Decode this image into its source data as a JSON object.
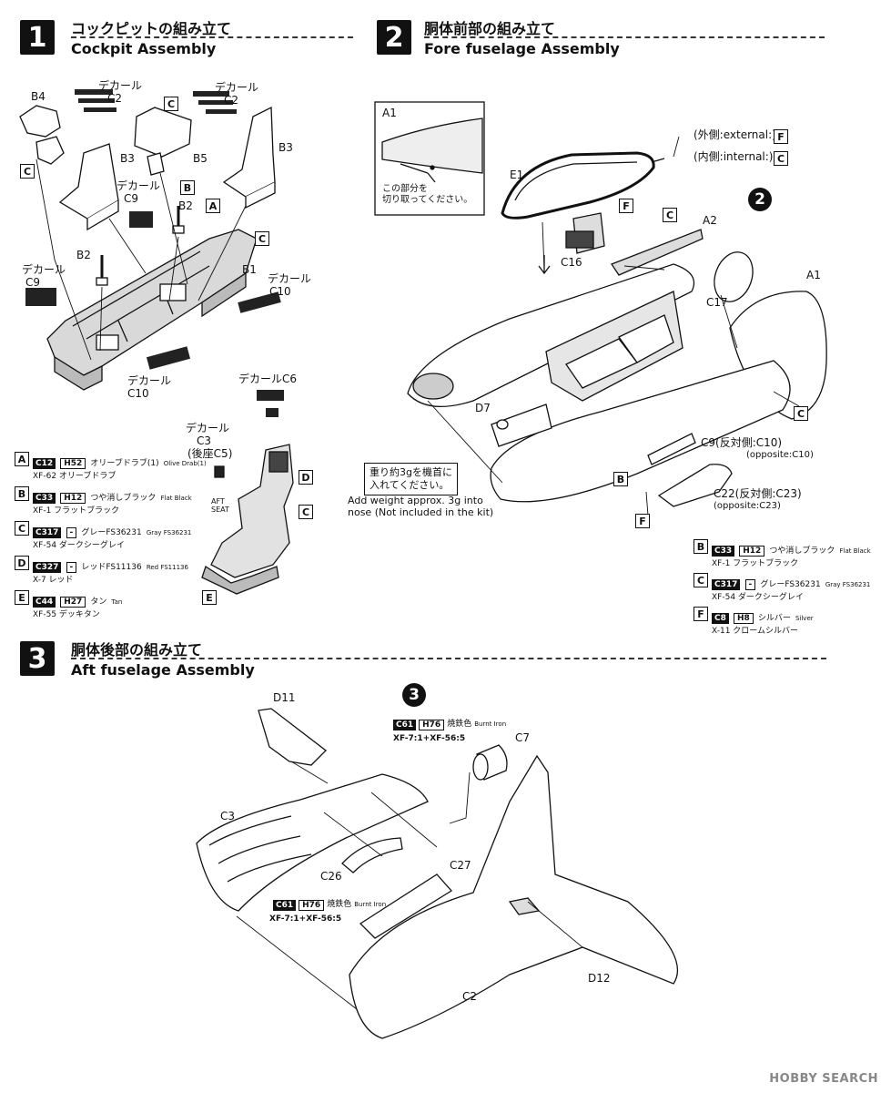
{
  "steps": [
    {
      "number": "1",
      "title_jp": "コックピットの組み立て",
      "title_en": "Cockpit Assembly"
    },
    {
      "number": "2",
      "title_jp": "胴体前部の組み立て",
      "title_en": "Fore fuselage Assembly"
    },
    {
      "number": "3",
      "title_jp": "胴体後部の組み立て",
      "title_en": "Aft fuselage Assembly"
    }
  ],
  "step1": {
    "part_labels": {
      "b4": "B4",
      "decal_jp_1": "デカール",
      "c2_a": "C2",
      "b3_a": "B3",
      "decal_jp_2": "デカール",
      "c9_a": "C9",
      "b2_a": "B2",
      "b2_b": "B2",
      "decal_jp_3": "デカール",
      "c9_b": "C9",
      "decal_jp_4": "デカール",
      "c10_a": "C10",
      "decal_jp_5": "デカール",
      "c2_b": "C2",
      "b5": "B5",
      "b3_b": "B3",
      "b1": "B1",
      "decal_jp_6": "デカール",
      "c10_b": "C10",
      "decal_c6": "デカールC6",
      "decal_jp_7": "デカール",
      "c3": "C3",
      "rear_seat": "(後座C5)"
    },
    "boxes": [
      "C",
      "C",
      "B",
      "A",
      "C",
      "D",
      "C",
      "E"
    ],
    "seat_text": "AFT\nSEAT"
  },
  "legend1": [
    {
      "letter": "A",
      "code": "C12",
      "h": "H52",
      "jp": "オリーブドラブ(1)",
      "en": "Olive Drab(1)",
      "sub": "XF-62 オリーブドラブ"
    },
    {
      "letter": "B",
      "code": "C33",
      "h": "H12",
      "jp": "つや消しブラック",
      "en": "Flat Black",
      "sub": "XF-1 フラットブラック"
    },
    {
      "letter": "C",
      "code": "C317",
      "h": "-",
      "jp": "グレーFS36231",
      "en": "Gray FS36231",
      "sub": "XF-54 ダークシーグレイ"
    },
    {
      "letter": "D",
      "code": "C327",
      "h": "-",
      "jp": "レッドFS11136",
      "en": "Red FS11136",
      "sub": "X-7 レッド"
    },
    {
      "letter": "E",
      "code": "C44",
      "h": "H27",
      "jp": "タン",
      "en": "Tan",
      "sub": "XF-55 デッキタン"
    }
  ],
  "step2": {
    "a1_inset": "A1",
    "inset_note": "この部分を\n切り取ってください。",
    "external": "(外側:external:)",
    "internal": "(内側:internal:)",
    "box_ext": "F",
    "box_int": "C",
    "e1": "E1",
    "box_f": "F",
    "box_c1": "C",
    "a2": "A2",
    "c16": "C16",
    "circle": "2",
    "a1": "A1",
    "c17": "C17",
    "box_c2": "C",
    "d7": "D7",
    "box_b": "B",
    "c9": "C9(反対側:C10)",
    "c9_en": "(opposite:C10)",
    "c22": "C22(反対側:C23)",
    "c22_en": "(opposite:C23)",
    "box_f2": "F",
    "weight_jp": "重り約3gを機首に\n入れてください。",
    "weight_en": "Add weight approx. 3g into\nnose (Not included in the kit)"
  },
  "legend2": [
    {
      "letter": "B",
      "code": "C33",
      "h": "H12",
      "jp": "つや消しブラック",
      "en": "Flat Black",
      "sub": "XF-1 フラットブラック"
    },
    {
      "letter": "C",
      "code": "C317",
      "h": "-",
      "jp": "グレーFS36231",
      "en": "Gray FS36231",
      "sub": "XF-54 ダークシーグレイ"
    },
    {
      "letter": "F",
      "code": "C8",
      "h": "H8",
      "jp": "シルバー",
      "en": "Silver",
      "sub": "X-11 クロームシルバー"
    }
  ],
  "step3": {
    "d11": "D11",
    "circle": "3",
    "c7": "C7",
    "c3": "C3",
    "c26": "C26",
    "c27": "C27",
    "c2": "C2",
    "d12": "D12",
    "paint_top": {
      "code": "C61",
      "h": "H76",
      "jp": "焼鉄色",
      "en": "Burnt Iron",
      "mix": "XF-7:1+XF-56:5"
    },
    "paint_bot": {
      "code": "C61",
      "h": "H76",
      "jp": "焼鉄色",
      "en": "Burnt Iron",
      "mix": "XF-7:1+XF-56:5"
    }
  },
  "watermark": "HOBBY SEARCH"
}
